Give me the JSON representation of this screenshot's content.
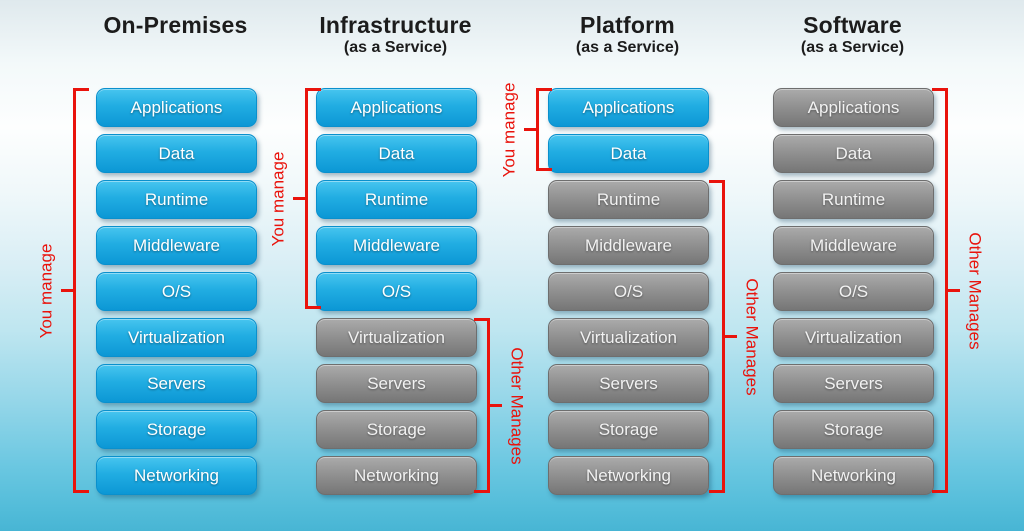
{
  "layers": [
    "Applications",
    "Data",
    "Runtime",
    "Middleware",
    "O/S",
    "Virtualization",
    "Servers",
    "Storage",
    "Networking"
  ],
  "columns": [
    {
      "title": "On-Premises",
      "subtitle": "",
      "managed_layers": 9,
      "brackets": [
        {
          "side": "left",
          "label": "You manage",
          "from": 0,
          "to": 8
        }
      ]
    },
    {
      "title": "Infrastructure",
      "subtitle": "(as a Service)",
      "managed_layers": 5,
      "brackets": [
        {
          "side": "left",
          "label": "You manage",
          "from": 0,
          "to": 4
        },
        {
          "side": "right",
          "label": "Other Manages",
          "from": 5,
          "to": 8
        }
      ]
    },
    {
      "title": "Platform",
      "subtitle": "(as a Service)",
      "managed_layers": 2,
      "brackets": [
        {
          "side": "left",
          "label": "You manage",
          "from": 0,
          "to": 1
        },
        {
          "side": "right",
          "label": "Other Manages",
          "from": 2,
          "to": 8
        }
      ]
    },
    {
      "title": "Software",
      "subtitle": "(as a Service)",
      "managed_layers": 0,
      "brackets": [
        {
          "side": "right",
          "label": "Other Manages",
          "from": 0,
          "to": 8
        }
      ]
    }
  ],
  "colors": {
    "managed_box": "#14a0da",
    "unmanaged_box": "#8a8a8a",
    "bracket_red": "#e9130c",
    "title_text": "#1c1c1c",
    "box_text": "#ffffff"
  }
}
